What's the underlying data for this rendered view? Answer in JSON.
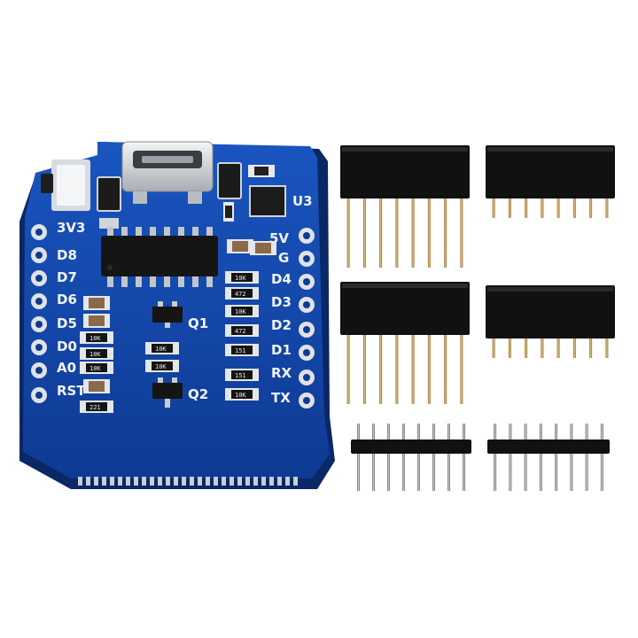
{
  "board": {
    "left_pins": [
      "3V3",
      "D8",
      "D7",
      "D6",
      "D5",
      "D0",
      "A0",
      "RST"
    ],
    "right_pins": [
      "5V",
      "G",
      "D4",
      "D3",
      "D2",
      "D1",
      "RX",
      "TX"
    ],
    "labels": {
      "u3": "U3",
      "q1": "Q1",
      "q2": "Q2"
    },
    "resistor_codes": [
      "10K",
      "472",
      "10K",
      "472",
      "151",
      "151",
      "10K",
      "10K",
      "10K",
      "10K",
      "221",
      "10K",
      "10K"
    ]
  },
  "colors": {
    "pcb": "#1246a8",
    "pcb_edge": "#0b2f7a",
    "header_plastic": "#111111",
    "pin_gold": "#c8a25a",
    "pin_silver": "#9aa0a6"
  },
  "accessories": {
    "female_headers_long": 2,
    "female_headers_short": 2,
    "male_headers": 2,
    "pins_per_header": 8
  }
}
